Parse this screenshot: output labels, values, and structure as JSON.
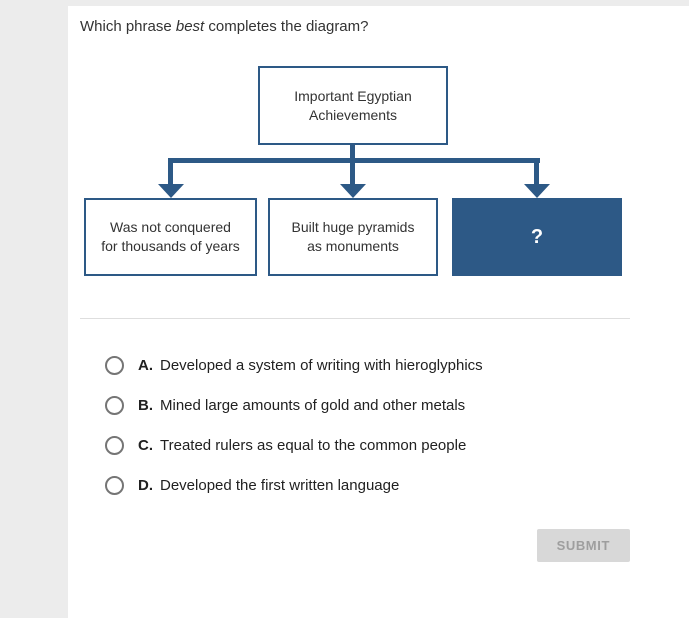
{
  "question": {
    "prefix": "Which phrase ",
    "emphasis": "best",
    "suffix": " completes the diagram?"
  },
  "diagram": {
    "top_box_label": "Important Egyptian Achievements",
    "child_boxes": [
      {
        "label": "Was not conquered for thousands of years"
      },
      {
        "label": "Built huge pyramids as monuments"
      },
      {
        "label": "?"
      }
    ]
  },
  "options": [
    {
      "letter": "A.",
      "text": "Developed a system of writing with hieroglyphics"
    },
    {
      "letter": "B.",
      "text": "Mined large amounts of gold and other metals"
    },
    {
      "letter": "C.",
      "text": "Treated rulers as equal to the common people"
    },
    {
      "letter": "D.",
      "text": "Developed the first written language"
    }
  ],
  "submit": {
    "label": "SUBMIT"
  },
  "colors": {
    "accent": "#2d5986",
    "divider": "#dedede",
    "submit_bg": "#d8d8d8",
    "submit_text": "#9e9e9e"
  }
}
